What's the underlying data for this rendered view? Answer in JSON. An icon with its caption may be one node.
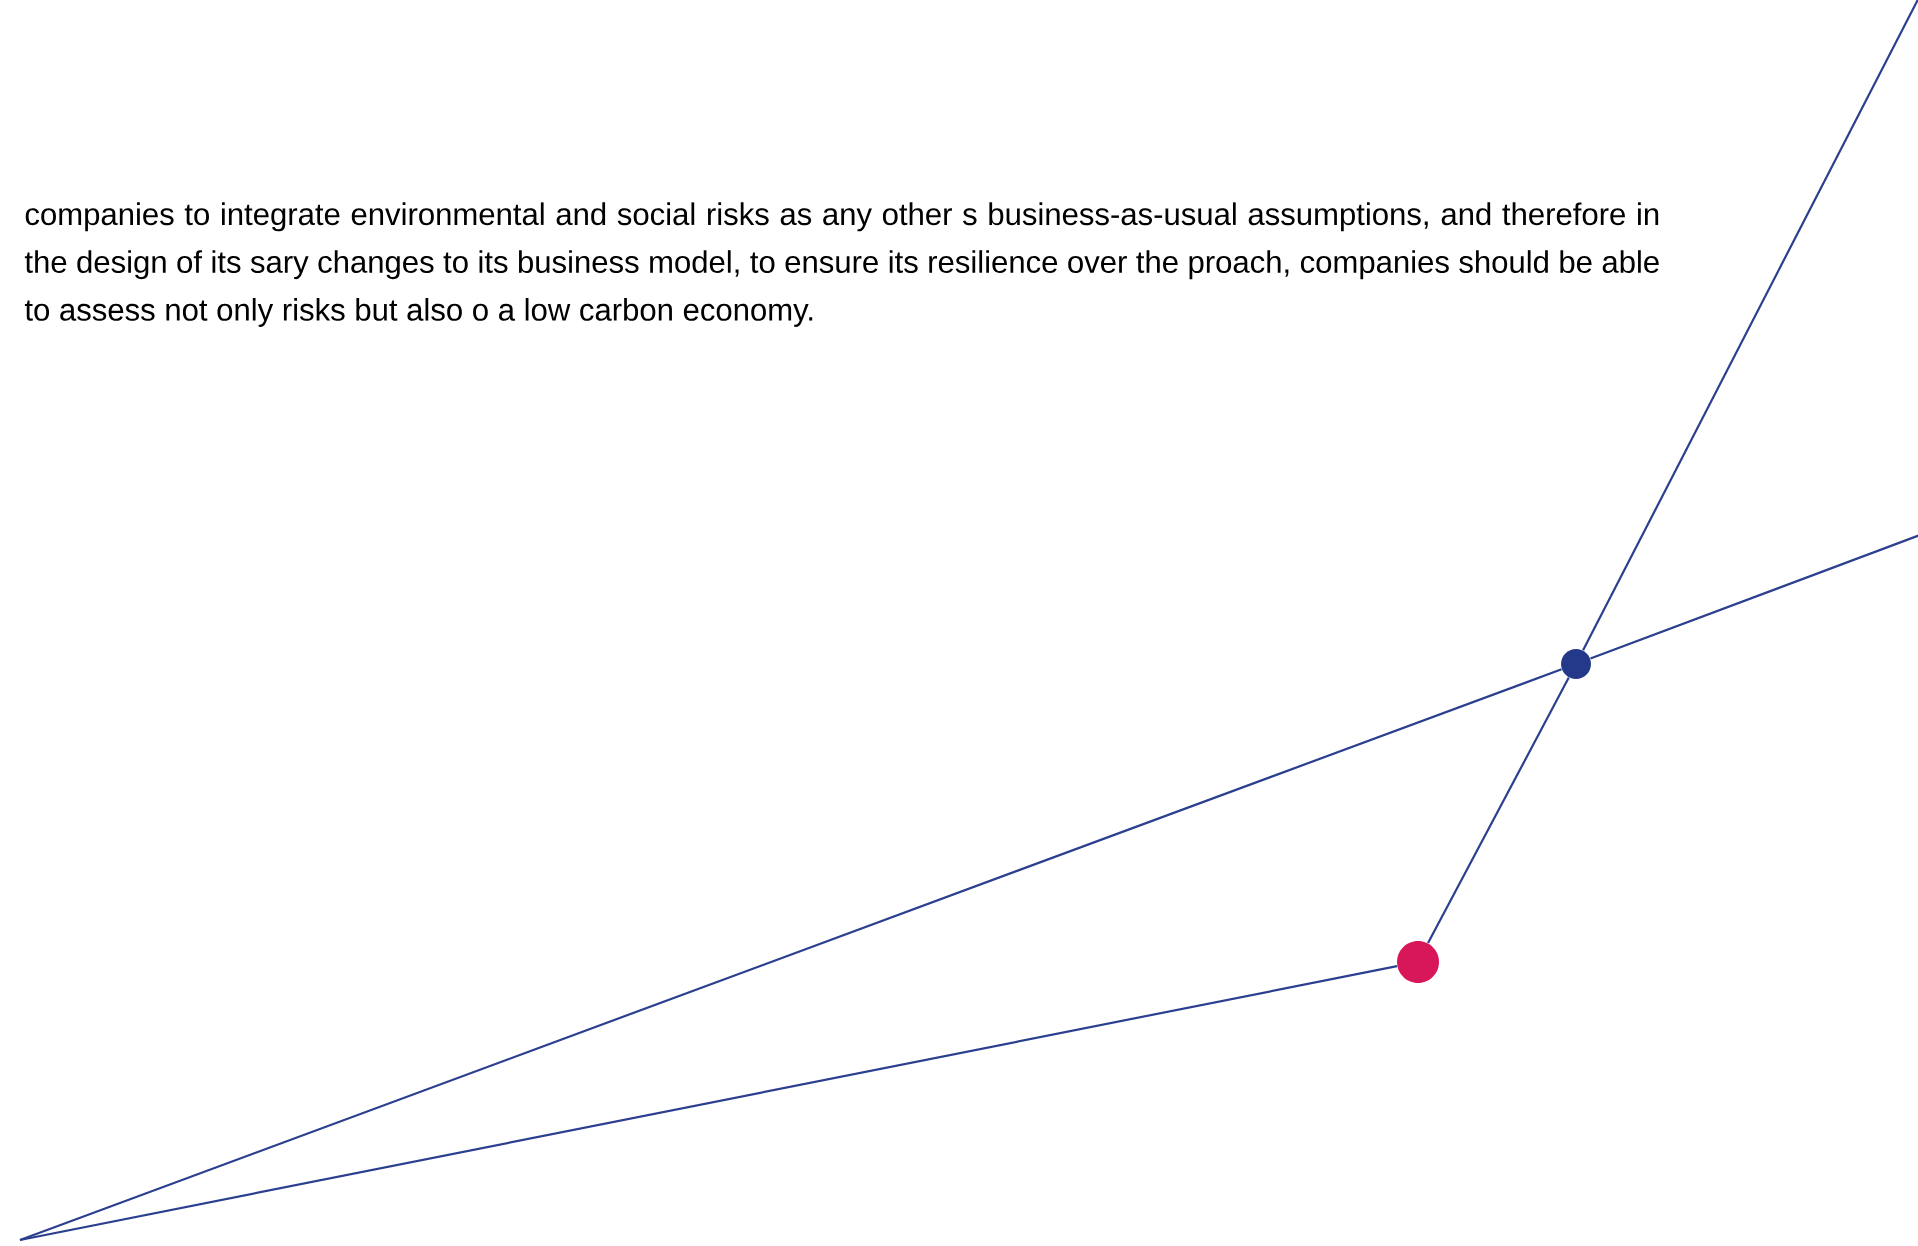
{
  "diagram": {
    "nodes": [
      {
        "text": [],
        "shape": "circle"
      },
      {
        "text": [],
        "shape": "circle"
      }
    ],
    "edges": [
      {
        "from": null,
        "to": 1,
        "arrow": "none"
      },
      {
        "from": 1,
        "to": 0,
        "arrow": "none"
      },
      {
        "from": 0,
        "to": null,
        "arrow": "none"
      },
      {
        "from": null,
        "to": 0,
        "arrow": "none"
      },
      {
        "from": 0,
        "to": null,
        "arrow": "none"
      }
    ],
    "labels": [
      "companies to integrate environmental and social risks as any other s business-as-usual assumptions, and therefore in the design of its sary changes to its business model, to ensure its resilience over the proach, companies should be able to assess not only risks but also o a low carbon economy."
    ]
  }
}
